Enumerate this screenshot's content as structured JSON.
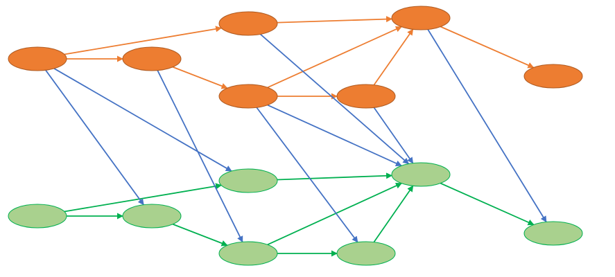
{
  "colors": {
    "orange_fill": "#ED7D31",
    "orange_stroke": "#AE5A21",
    "green_fill": "#A9D18E",
    "green_stroke": "#00B050",
    "edge_orange": "#ED7D31",
    "edge_green": "#00B050",
    "edge_blue": "#4472C4"
  },
  "nodes": [
    {
      "id": "O1",
      "group": "orange"
    },
    {
      "id": "O2",
      "group": "orange"
    },
    {
      "id": "O3",
      "group": "orange"
    },
    {
      "id": "O4",
      "group": "orange"
    },
    {
      "id": "O5",
      "group": "orange"
    },
    {
      "id": "O6",
      "group": "orange"
    },
    {
      "id": "O7",
      "group": "orange"
    },
    {
      "id": "G1",
      "group": "green"
    },
    {
      "id": "G2",
      "group": "green"
    },
    {
      "id": "G3",
      "group": "green"
    },
    {
      "id": "G4",
      "group": "green"
    },
    {
      "id": "G5",
      "group": "green"
    },
    {
      "id": "G6",
      "group": "green"
    },
    {
      "id": "G7",
      "group": "green"
    }
  ],
  "edges": [
    {
      "from": "O1",
      "to": "O3",
      "color": "edge_orange"
    },
    {
      "from": "O1",
      "to": "O2",
      "color": "edge_orange"
    },
    {
      "from": "O2",
      "to": "O4",
      "color": "edge_orange"
    },
    {
      "from": "O3",
      "to": "O6",
      "color": "edge_orange"
    },
    {
      "from": "O4",
      "to": "O6",
      "color": "edge_orange"
    },
    {
      "from": "O4",
      "to": "O5",
      "color": "edge_orange"
    },
    {
      "from": "O5",
      "to": "O6",
      "color": "edge_orange"
    },
    {
      "from": "O6",
      "to": "O7",
      "color": "edge_orange"
    },
    {
      "from": "G1",
      "to": "G3",
      "color": "edge_green"
    },
    {
      "from": "G1",
      "to": "G2",
      "color": "edge_green"
    },
    {
      "from": "G2",
      "to": "G4",
      "color": "edge_green"
    },
    {
      "from": "G3",
      "to": "G6",
      "color": "edge_green"
    },
    {
      "from": "G4",
      "to": "G6",
      "color": "edge_green"
    },
    {
      "from": "G4",
      "to": "G5",
      "color": "edge_green"
    },
    {
      "from": "G5",
      "to": "G6",
      "color": "edge_green"
    },
    {
      "from": "G6",
      "to": "G7",
      "color": "edge_green"
    },
    {
      "from": "O1",
      "to": "G2",
      "color": "edge_blue"
    },
    {
      "from": "O1",
      "to": "G3",
      "color": "edge_blue"
    },
    {
      "from": "O2",
      "to": "G4",
      "color": "edge_blue"
    },
    {
      "from": "O3",
      "to": "G6",
      "color": "edge_blue"
    },
    {
      "from": "O4",
      "to": "G5",
      "color": "edge_blue"
    },
    {
      "from": "O4",
      "to": "G6",
      "color": "edge_blue"
    },
    {
      "from": "O5",
      "to": "G6",
      "color": "edge_blue"
    },
    {
      "from": "O6",
      "to": "G7",
      "color": "edge_blue"
    }
  ]
}
